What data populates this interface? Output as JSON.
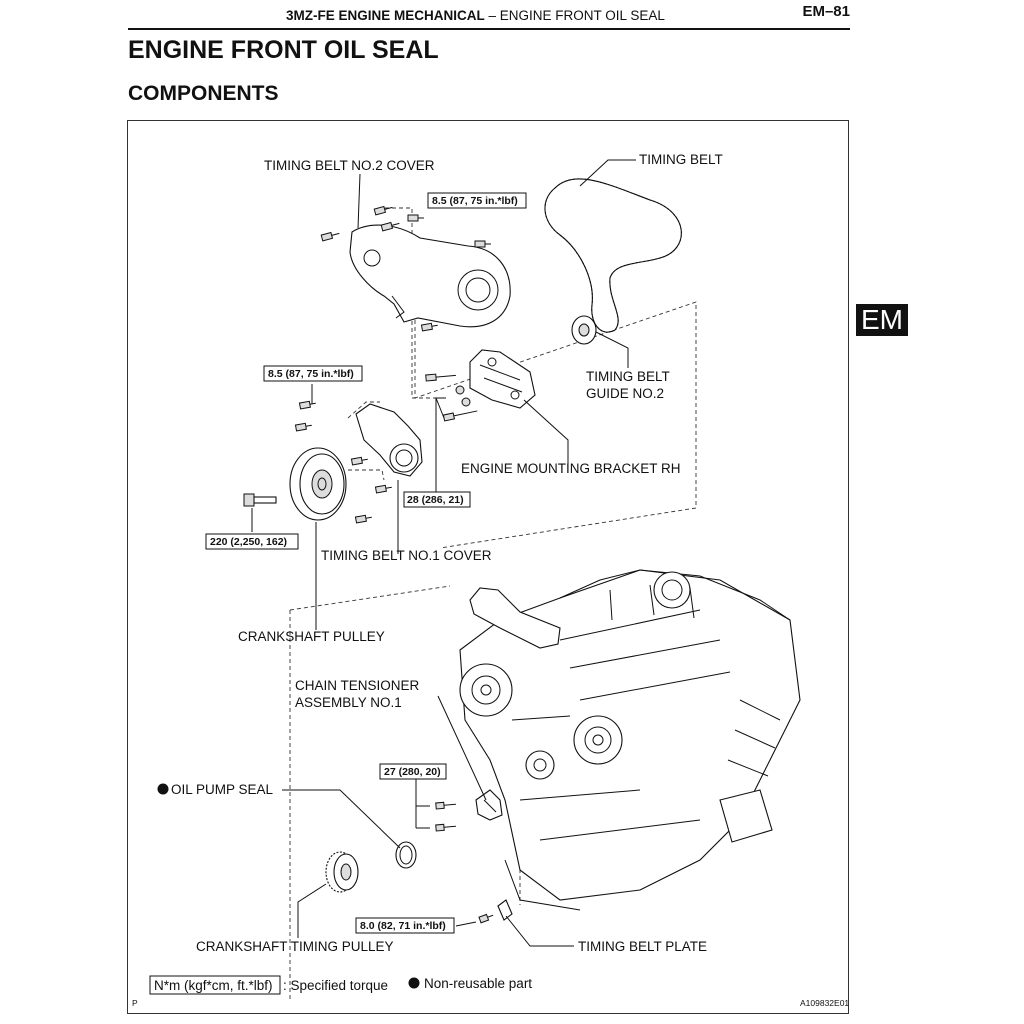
{
  "header": {
    "section_bold": "3MZ-FE ENGINE MECHANICAL",
    "separator": "–",
    "section_sub": "ENGINE FRONT OIL SEAL",
    "page": "EM–81"
  },
  "title": "ENGINE FRONT OIL SEAL",
  "subtitle": "COMPONENTS",
  "side_tab": "EM",
  "labels": {
    "timing_belt_no2_cover": "TIMING BELT NO.2 COVER",
    "timing_belt": "TIMING BELT",
    "timing_belt_guide_1": "TIMING BELT",
    "timing_belt_guide_2": "GUIDE NO.2",
    "engine_mounting_bracket": "ENGINE MOUNTING BRACKET RH",
    "timing_belt_no1_cover": "TIMING BELT NO.1 COVER",
    "crankshaft_pulley": "CRANKSHAFT PULLEY",
    "chain_tensioner_1": "CHAIN TENSIONER",
    "chain_tensioner_2": "ASSEMBLY NO.1",
    "oil_pump_seal": "OIL PUMP SEAL",
    "crankshaft_timing_pulley": "CRANKSHAFT TIMING PULLEY",
    "timing_belt_plate": "TIMING BELT PLATE"
  },
  "torques": {
    "t_cover2": "8.5 (87, 75 in.*lbf)",
    "t_cover1": "8.5 (87, 75 in.*lbf)",
    "t_bracket": "28 (286, 21)",
    "t_pulley": "220 (2,250, 162)",
    "t_tensioner": "27 (280, 20)",
    "t_plate": "8.0 (82, 71 in.*lbf)"
  },
  "legend": {
    "torque_box": "N*m (kgf*cm, ft.*lbf)",
    "torque_text": ": Specified torque",
    "nonreusable_text": "Non-reusable part"
  },
  "corner_left": "P",
  "figure_id": "A109832E01"
}
